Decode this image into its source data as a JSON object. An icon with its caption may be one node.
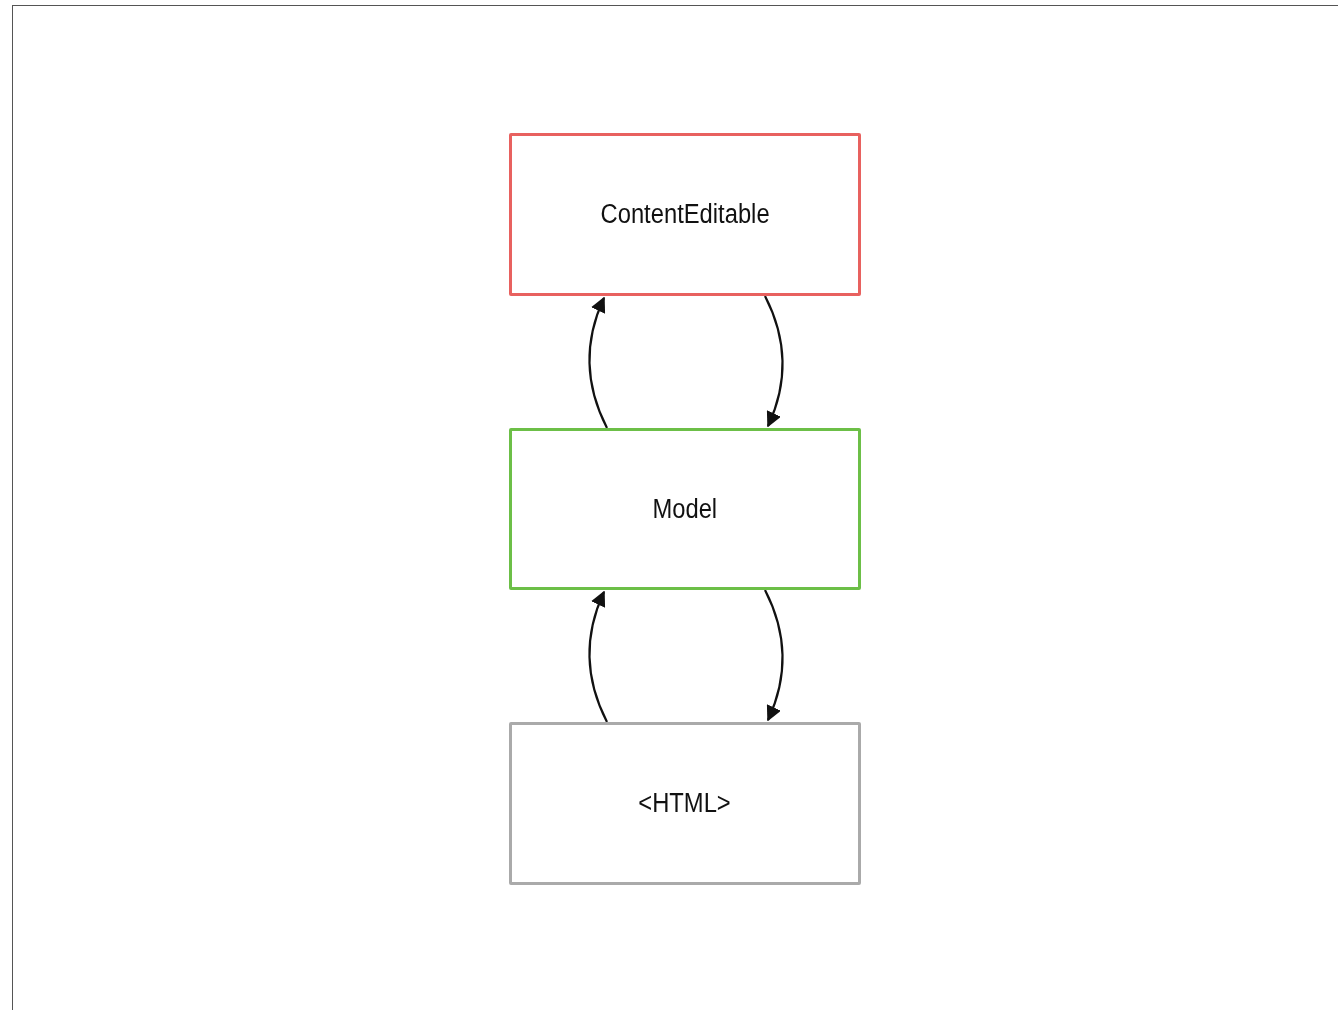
{
  "diagram": {
    "nodes": [
      {
        "text": [
          "ContentEditable"
        ]
      },
      {
        "text": [
          "Model"
        ]
      },
      {
        "text": [
          "<HTML>"
        ]
      }
    ],
    "edges": [
      {
        "from": 1,
        "to": 0,
        "arrow": "to"
      },
      {
        "from": 0,
        "to": 1,
        "arrow": "to"
      },
      {
        "from": 2,
        "to": 1,
        "arrow": "to"
      },
      {
        "from": 1,
        "to": 2,
        "arrow": "to"
      }
    ]
  }
}
